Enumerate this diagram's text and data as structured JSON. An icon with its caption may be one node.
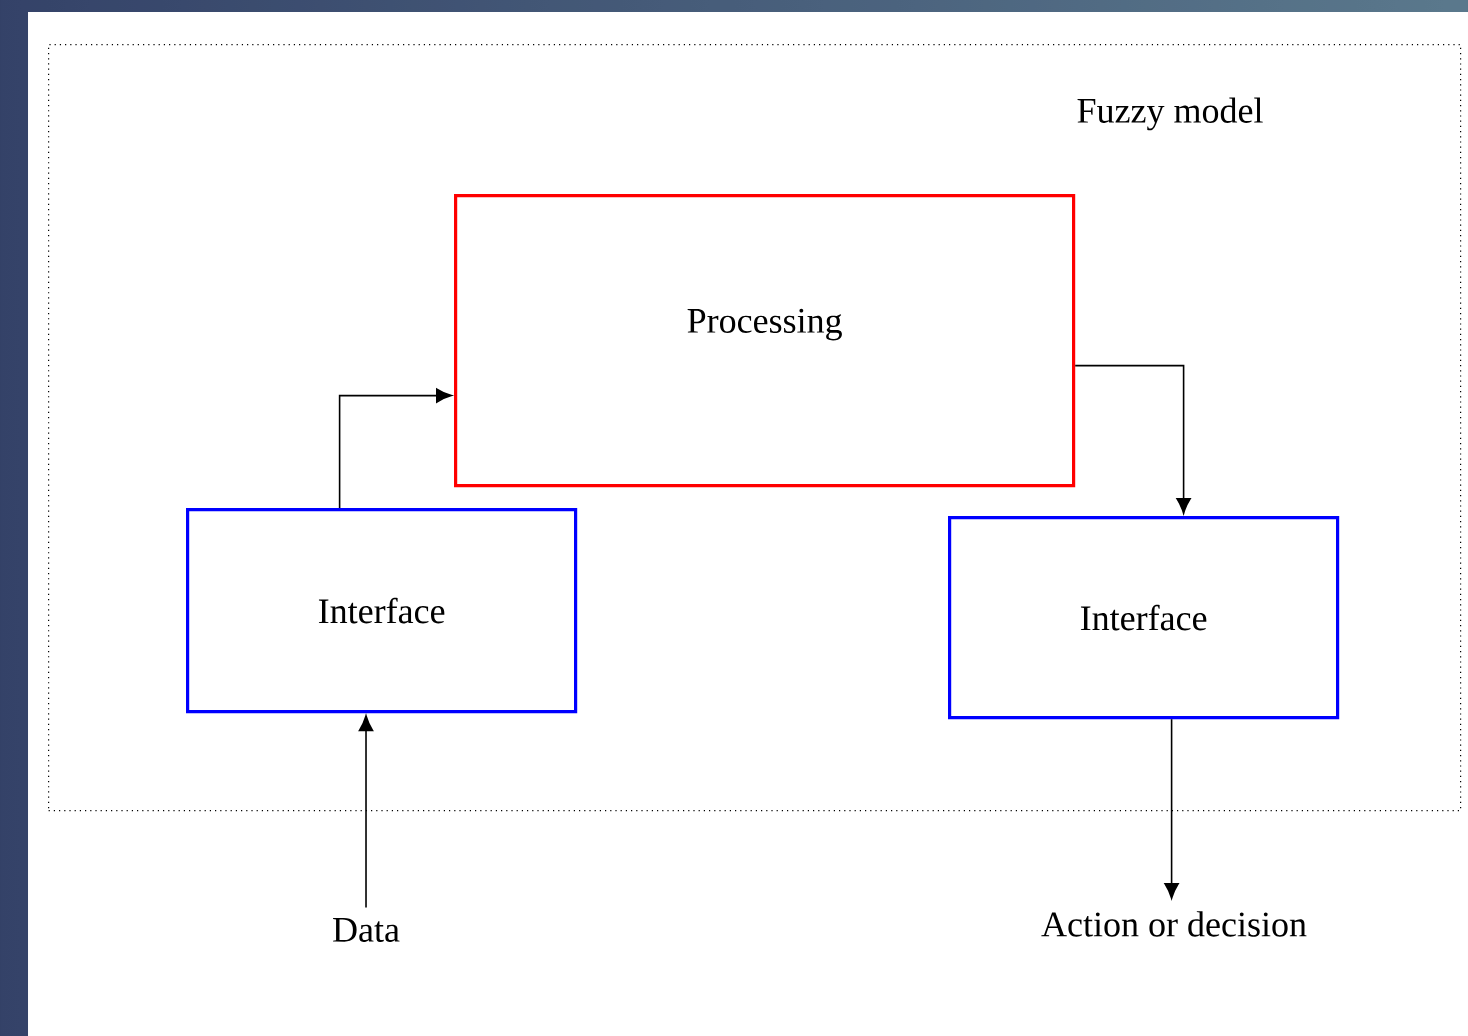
{
  "diagram": {
    "nodes": [
      {
        "text": [
          "Fuzzy model"
        ]
      },
      {
        "text": [
          "Processing"
        ],
        "in": 0
      },
      {
        "text": [
          "Interface"
        ],
        "in": 0
      },
      {
        "text": [
          "Interface"
        ],
        "in": 0
      },
      {
        "text": [
          "Data"
        ]
      },
      {
        "text": [
          "Action or decision"
        ]
      }
    ],
    "edges": [
      {
        "from": 2,
        "to": 1,
        "arrow": "to"
      },
      {
        "from": 1,
        "to": 3,
        "arrow": "to"
      },
      {
        "from": 4,
        "to": 2,
        "arrow": "to"
      },
      {
        "from": 3,
        "to": 5,
        "arrow": "to"
      }
    ]
  }
}
